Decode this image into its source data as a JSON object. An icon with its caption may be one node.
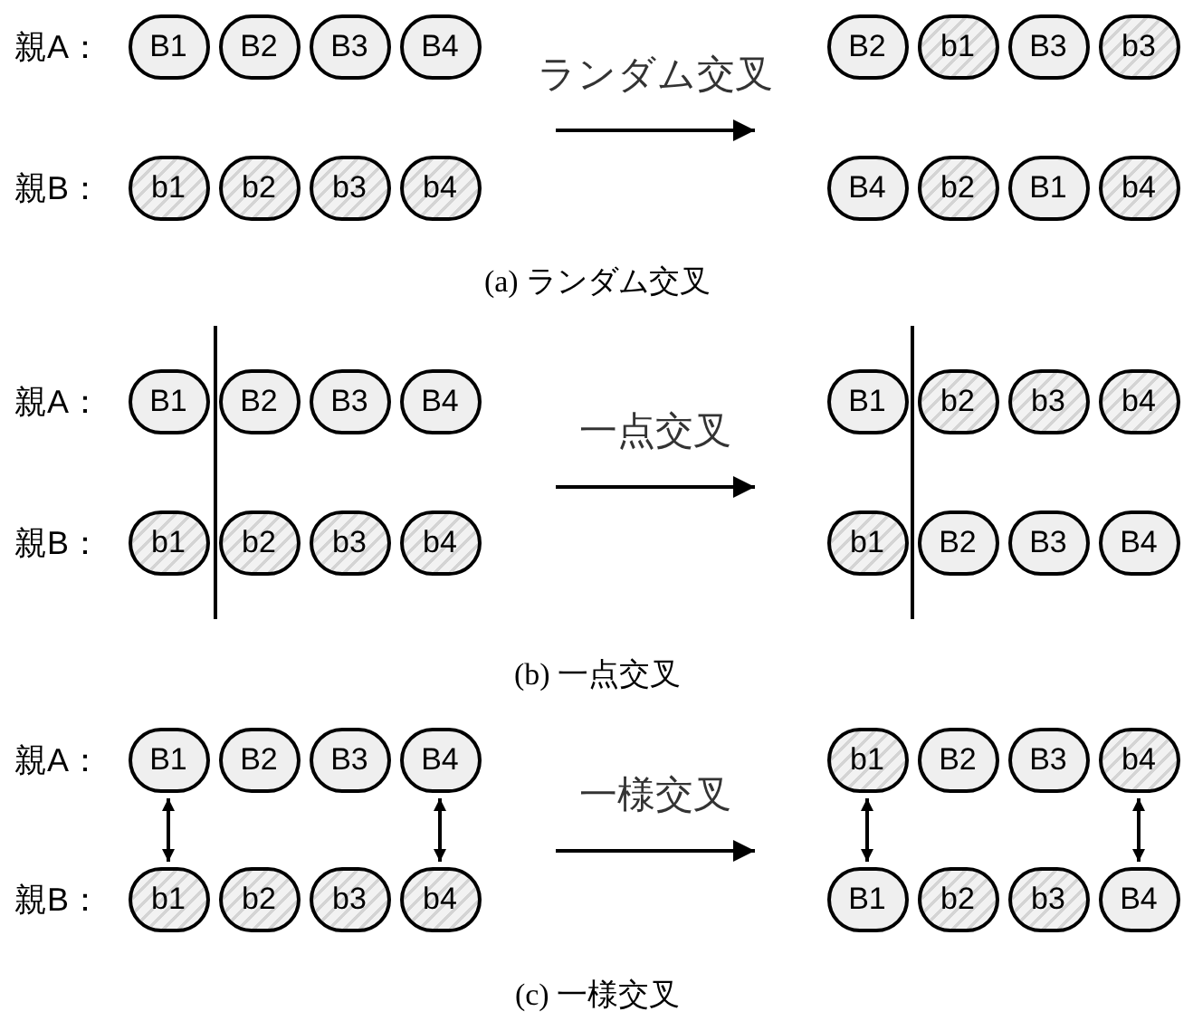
{
  "diagram": {
    "nodes": [
      {
        "text": [
          "B1"
        ]
      },
      {
        "text": [
          "B2"
        ]
      },
      {
        "text": [
          "B3"
        ]
      },
      {
        "text": [
          "B4"
        ]
      },
      {
        "text": [
          "B2"
        ]
      },
      {
        "text": [
          "b1"
        ]
      },
      {
        "text": [
          "B3"
        ]
      },
      {
        "text": [
          "b3"
        ]
      },
      {
        "text": [
          "b1"
        ]
      },
      {
        "text": [
          "b2"
        ]
      },
      {
        "text": [
          "b3"
        ]
      },
      {
        "text": [
          "b4"
        ]
      },
      {
        "text": [
          "B4"
        ]
      },
      {
        "text": [
          "b2"
        ]
      },
      {
        "text": [
          "B1"
        ]
      },
      {
        "text": [
          "b4"
        ]
      },
      {
        "text": [
          "B1"
        ]
      },
      {
        "text": [
          "B2"
        ]
      },
      {
        "text": [
          "B3"
        ]
      },
      {
        "text": [
          "B4"
        ]
      },
      {
        "text": [
          "B1"
        ]
      },
      {
        "text": [
          "b2"
        ]
      },
      {
        "text": [
          "b3"
        ]
      },
      {
        "text": [
          "b4"
        ]
      },
      {
        "text": [
          "b1"
        ]
      },
      {
        "text": [
          "b2"
        ]
      },
      {
        "text": [
          "b3"
        ]
      },
      {
        "text": [
          "b4"
        ]
      },
      {
        "text": [
          "b1"
        ]
      },
      {
        "text": [
          "B2"
        ]
      },
      {
        "text": [
          "B3"
        ]
      },
      {
        "text": [
          "B4"
        ]
      },
      {
        "text": [
          "B1"
        ]
      },
      {
        "text": [
          "B2"
        ]
      },
      {
        "text": [
          "B3"
        ]
      },
      {
        "text": [
          "B4"
        ]
      },
      {
        "text": [
          "b1"
        ]
      },
      {
        "text": [
          "B2"
        ]
      },
      {
        "text": [
          "B3"
        ]
      },
      {
        "text": [
          "b4"
        ]
      },
      {
        "text": [
          "b1"
        ]
      },
      {
        "text": [
          "b2"
        ]
      },
      {
        "text": [
          "b3"
        ]
      },
      {
        "text": [
          "b4"
        ]
      },
      {
        "text": [
          "B1"
        ]
      },
      {
        "text": [
          "b2"
        ]
      },
      {
        "text": [
          "b3"
        ]
      },
      {
        "text": [
          "B4"
        ]
      }
    ],
    "edges": [
      {
        "from": 32,
        "to": 40,
        "arrow": "both"
      },
      {
        "from": 35,
        "to": 43,
        "arrow": "both"
      },
      {
        "from": 36,
        "to": 44,
        "arrow": "both"
      },
      {
        "from": 39,
        "to": 47,
        "arrow": "both"
      }
    ],
    "labels": [
      "親A：",
      "ランダム交叉",
      "親B：",
      "(a) ランダム交叉",
      "親A：",
      "一点交叉",
      "親B：",
      "(b) 一点交叉",
      "親A：",
      "一様交叉",
      "親B：",
      "(c) 一様交叉"
    ]
  }
}
